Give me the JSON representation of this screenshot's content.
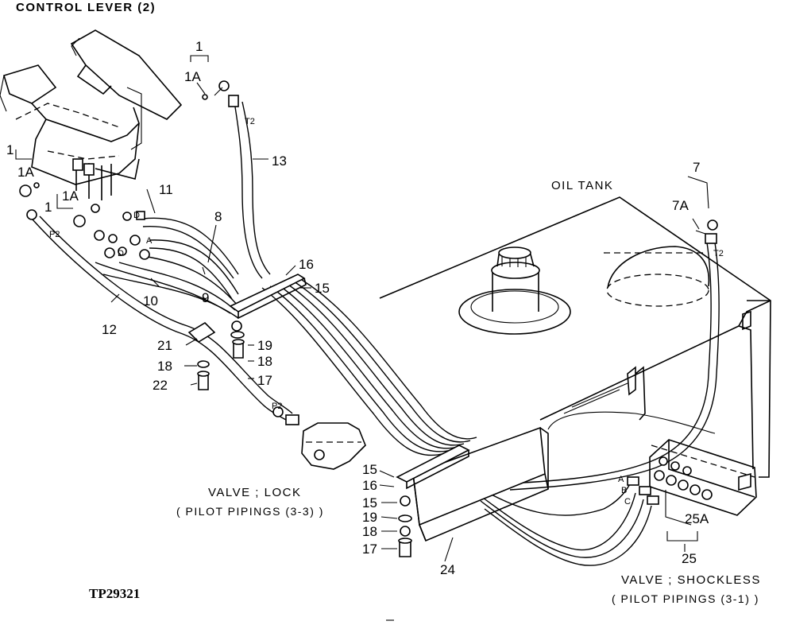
{
  "title": "CONTROL LEVER (2)",
  "oil_tank_label": "OIL TANK",
  "valve_lock": {
    "line1": "VALVE ; LOCK",
    "line2": "( PILOT  PIPINGS (3-3) )"
  },
  "valve_shockless": {
    "line1": "VALVE ; SHOCKLESS",
    "line2": "( PILOT  PIPINGS (3-1) )"
  },
  "figure_code": "TP29321",
  "port_labels": {
    "t2_upper": "T2",
    "t2_tank": "T2",
    "p2_left": "P2",
    "p2_lower": "P2",
    "d_upper": "D",
    "d_lower": "D",
    "a_left": "A",
    "a_valve": "A",
    "b_valve": "B",
    "c_valve": "C"
  },
  "callouts": {
    "c1_top": "1",
    "c1a_top": "1A",
    "c1_left": "1",
    "c1a_left": "1A",
    "c1_mid": "1",
    "c1a_mid": "1A",
    "c7": "7",
    "c7a": "7A",
    "c8": "8",
    "c9": "9",
    "c10": "10",
    "c11": "11",
    "c12": "12",
    "c13": "13",
    "c15_top": "15",
    "c16_top": "16",
    "c19_top": "19",
    "c18_top": "18",
    "c17_top": "17",
    "c21": "21",
    "c18_left": "18",
    "c22": "22",
    "c15_b1": "15",
    "c16_b": "16",
    "c15_b2": "15",
    "c19_b": "19",
    "c18_b": "18",
    "c17_b": "17",
    "c24": "24",
    "c25a": "25A",
    "c25": "25"
  }
}
